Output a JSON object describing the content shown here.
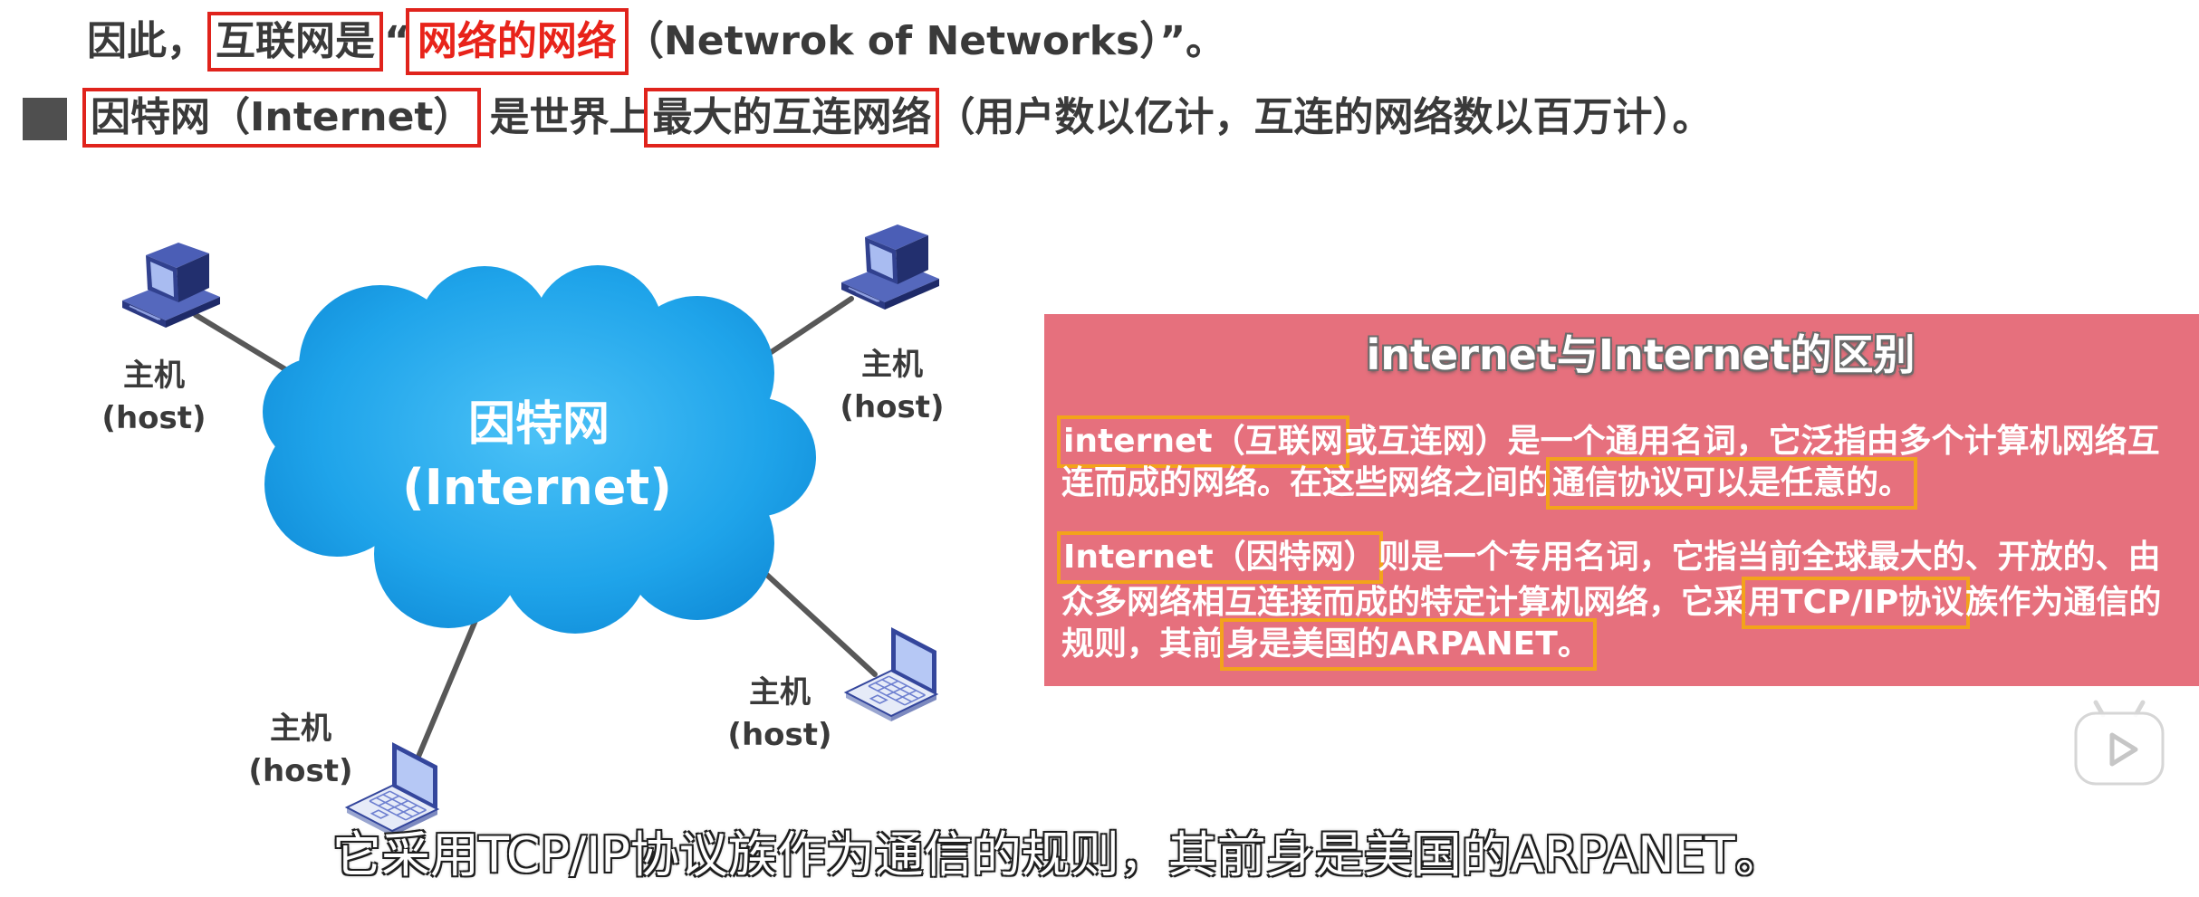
{
  "line1": {
    "prefix": "因此，",
    "highlight_1": "互联网是",
    "quote_open": "“",
    "highlight_2": "网络的网络",
    "suffix": "（Netwrok of Networks）”。"
  },
  "line2": {
    "highlight_1": "因特网（Internet）",
    "middle": "是世界上",
    "highlight_2": "最大的互连网络",
    "suffix": "（用户数以亿计，互连的网络数以百万计）。"
  },
  "diagram": {
    "cloud": {
      "line_1": "因特网",
      "line_2": "(Internet)"
    },
    "hosts": [
      {
        "icon": "desktop-computer-icon",
        "label": "主机",
        "sublabel": "(host)"
      },
      {
        "icon": "desktop-computer-icon",
        "label": "主机",
        "sublabel": "(host)"
      },
      {
        "icon": "laptop-computer-icon",
        "label": "主机",
        "sublabel": "(host)"
      },
      {
        "icon": "laptop-computer-icon",
        "label": "主机",
        "sublabel": "(host)"
      }
    ]
  },
  "panel": {
    "title": "internet与Internet的区别",
    "paragraph_1": [
      {
        "boxed": "internet（互联网",
        "after": "或互连网）是一个通用名词，它泛指由多个计算机网络互"
      },
      {
        "before": "连而成的网络。在这些网络之间的",
        "boxed": "通信协议可以是任意的。"
      }
    ],
    "paragraph_2": [
      {
        "boxed": "Internet（因特网）",
        "after": "则是一个专用名词，它指当前全球最大的、开放的、由"
      },
      {
        "before": "众多网络相互连接而成的特定计算机网络，它采",
        "boxed": "用TCP/IP协议",
        "after": "族作为通信的"
      },
      {
        "before": "规则，其前",
        "boxed": "身是美国的ARPANET。"
      }
    ]
  },
  "subtitle": "它采用TCP/IP协议族作为通信的规则，其前身是美国的ARPANET。",
  "icons": {
    "bullet": "square-bullet-icon",
    "desktop": "desktop-computer-icon",
    "laptop": "laptop-computer-icon",
    "player": "play-icon"
  },
  "colors": {
    "heading_text": "#3a3a3a",
    "red_highlight": "#e0231c",
    "orange_highlight": "#f3a31b",
    "panel_background": "#e6707d",
    "cloud_blue": "#1aa0e8",
    "computer_blue": "#31418f"
  }
}
